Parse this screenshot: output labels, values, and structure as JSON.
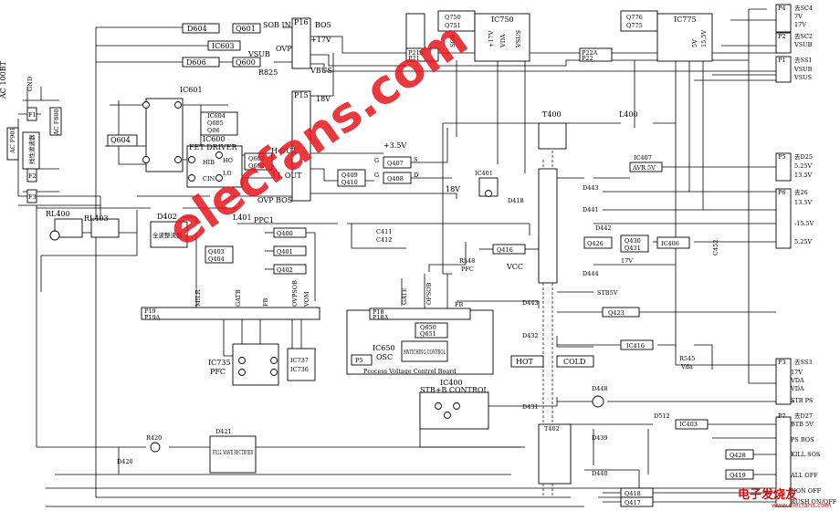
{
  "labels": {
    "ac_in": "AC 100BT",
    "gnd": "GND",
    "f1": "F1",
    "f2": "F2",
    "f3": "F3",
    "ac_fuse": "AC F901",
    "ac_f800": "AC F800",
    "filter": "线性滤波器",
    "rl400": "RL400",
    "rl403": "RL403",
    "d402": "D402",
    "bridge": "全波整流器",
    "l401": "L401",
    "ppc1": "PPC1",
    "d604": "D604",
    "q601": "Q601",
    "sob_in": "SOB IN",
    "p16": "P16",
    "bo5": "BO5",
    "ic603": "IC603",
    "ovp": "OVP",
    "vsub": "VSUB",
    "d606": "D606",
    "q600": "Q600",
    "r825": "R825",
    "vbus": "VBUS",
    "v17": "+17V",
    "ic601": "IC601",
    "q604": "Q604",
    "ic604": "IC604",
    "q605": "Q605",
    "q06": "Q06",
    "ic600": "IC600",
    "fet_driver": "FET DRIVER",
    "hib": "HIB",
    "cin": "CIN",
    "ho": "HO",
    "lo": "LO",
    "q603": "Q603",
    "q602": "Q602",
    "h_out": "H OUT",
    "l_out": "L OUT",
    "ovp_bos": "OVP BOS",
    "p15": "P15",
    "v18": "18V",
    "v35": "+3.5V",
    "q407": "Q407",
    "q409": "Q409",
    "q410": "Q410",
    "q408": "Q408",
    "g": "G",
    "s": "S",
    "d": "D",
    "q400": "Q400",
    "q401": "Q401",
    "q402": "Q402",
    "q403": "Q403",
    "q404": "Q404",
    "c411": "C411",
    "c412": "C412",
    "r548": "R548",
    "pfc": "PFC",
    "q416": "Q416",
    "vcc": "VCC",
    "ic401": "IC401",
    "d418": "D418",
    "v18b": "18V",
    "t400": "T400",
    "l400": "L400",
    "q750": "Q750",
    "q751": "Q751",
    "ic750": "IC750",
    "p21a": "P21A",
    "p21": "P21",
    "q776": "Q776",
    "q775": "Q775",
    "ic775": "IC775",
    "p22a": "P22A",
    "p22": "P22",
    "sob": "SOB",
    "p17v": "+17V",
    "vda": "VDA",
    "vsus": "VSUS",
    "v5": "5V",
    "v155": "15.5V",
    "p4": "P4",
    "to_sc4": "去SC4",
    "p2": "P2",
    "to_sc2": "去SC2",
    "p1": "P1",
    "to_ss1": "去SS1",
    "v7": "7V",
    "v17b": "17V",
    "vsub1": "VSUB",
    "vsus1": "VSUS",
    "p5": "P5",
    "to_d25": "去D25",
    "v525": "5.25V",
    "v135": "13.5V",
    "p6": "P6",
    "to_26": "去26",
    "vm155": "-15.5V",
    "ic407": "IC407",
    "avr5": "AVR 5V",
    "d443": "D443",
    "d441": "D441",
    "d442": "D442",
    "d444": "D444",
    "q426": "Q426",
    "q430": "Q430",
    "q431": "Q431",
    "ic406": "IC406",
    "c452": "C452",
    "v17c": "17V",
    "d443b": "D443",
    "stb5v": "STB5V",
    "d432": "D432",
    "q423": "Q423",
    "ic416": "IC416",
    "r545": "R545",
    "vda2": "Vda",
    "hot": "HOT",
    "cold": "COLD",
    "p19": "P19",
    "p19a": "P19A",
    "milr": "MILR",
    "gatb": "GATB",
    "fb": "FB",
    "ovpsob": "OVPSOB",
    "vom": "VOM",
    "ic735": "IC735",
    "pfc2": "PFC",
    "ic737": "IC737",
    "ic736": "IC736",
    "p18": "P18",
    "p18a": "P18A",
    "gate": "GATE",
    "ofsob": "OFSOB",
    "fb2": "FB",
    "q650": "Q650",
    "q651": "Q651",
    "ic650": "IC650",
    "osc": "OSC",
    "switching": "SWITCHING CONTROL",
    "p5b": "P5",
    "pcb_title": "Pcocess Voltage Control Board",
    "ic400": "IC400",
    "stb_ctrl": "STB+B CONTROL",
    "d431": "D431",
    "t402": "T402",
    "d448": "D448",
    "d439": "D439",
    "d440": "D440",
    "d512": "D512",
    "ic403": "IC403",
    "p3": "P3",
    "to_ss3": "去SS3",
    "p7": "P7",
    "to_d27": "去D27",
    "v17d": "17V",
    "vda3": "VDA",
    "vda4": "VDA",
    "stb_ps": "STB PS",
    "btb5v": "BTB 5V",
    "ps_bos": "PS BOS",
    "kill_sos": "KILL SOS",
    "all_off": "ALL OFF",
    "non_off": "NON OFF",
    "rush_on_off": "RUSH ON/OFF",
    "q428": "Q428",
    "q419": "Q419",
    "q418": "Q418",
    "q417": "Q417",
    "r420": "R420",
    "d421": "D421",
    "d420": "D420",
    "full_wave": "FULL WAVE RECTIFIER"
  },
  "watermark": "elecfans.com",
  "logo": {
    "main": "电子发烧友",
    "sub": "www.elecfans.com"
  },
  "colors": {
    "watermark": "#e8141c",
    "line": "#000000"
  }
}
